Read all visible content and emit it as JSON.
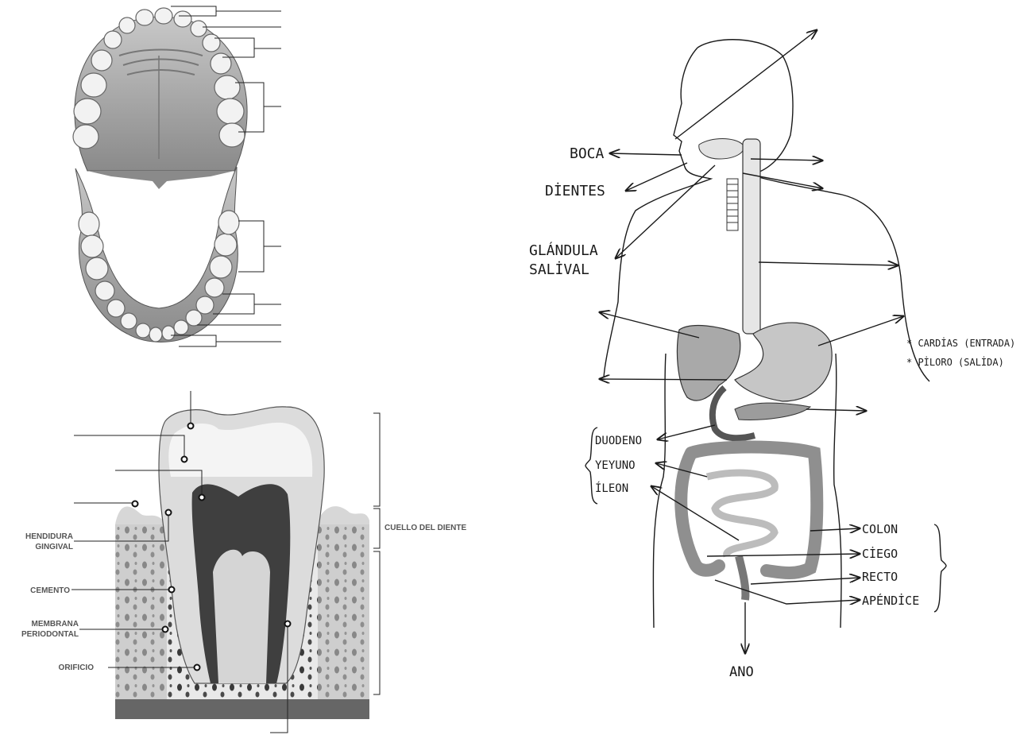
{
  "colors": {
    "ink": "#1a1a1a",
    "tooth_label": "#555555",
    "gum": "#bdbdbd",
    "palate": "#9e9e9e",
    "organ_light": "#d9d9d9",
    "organ_dark": "#8f8f8f"
  },
  "tooth_section": {
    "labels": {
      "hendidura_1": "HENDIDURA",
      "hendidura_2": "GINGIVAL",
      "cemento": "CEMENTO",
      "membrana_1": "MEMBRANA",
      "membrana_2": "PERIODONTAL",
      "orificio": "ORIFICIO",
      "cuello": "CUELLO DEL DIENTE"
    }
  },
  "digestive": {
    "labels": {
      "boca": "BOCA",
      "dientes": "DİENTES",
      "glandula_1": "GLÁNDULA",
      "glandula_2": "SALİVAL",
      "cardias": "* CARDİAS (ENTRADA)",
      "piloro": "* PİLORO (SALİDA)",
      "duodeno": "DUODENO",
      "yeyuno": "YEYUNO",
      "ileon": "ÍLEON",
      "colon": "COLON",
      "ciego": "CİEGO",
      "recto": "RECTO",
      "apendice": "APÉNDİCE",
      "ano": "ANO"
    }
  }
}
